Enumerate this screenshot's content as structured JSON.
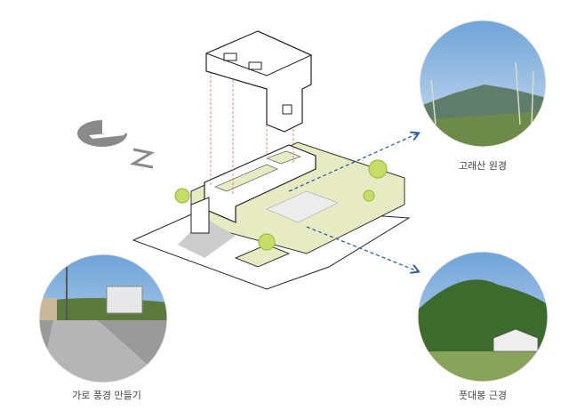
{
  "captions": {
    "mountain_far": "고래산 원경",
    "mountain_near": "풋대봉 근경",
    "street": "가로 풍경 만들기"
  },
  "colors": {
    "arrow": "#2c5f9e",
    "roof_green": "#e6ebc4",
    "north_symbol": "#8a8a8a",
    "guide_lines": "#d9735a"
  },
  "icons": [
    "north-arrow-icon"
  ]
}
